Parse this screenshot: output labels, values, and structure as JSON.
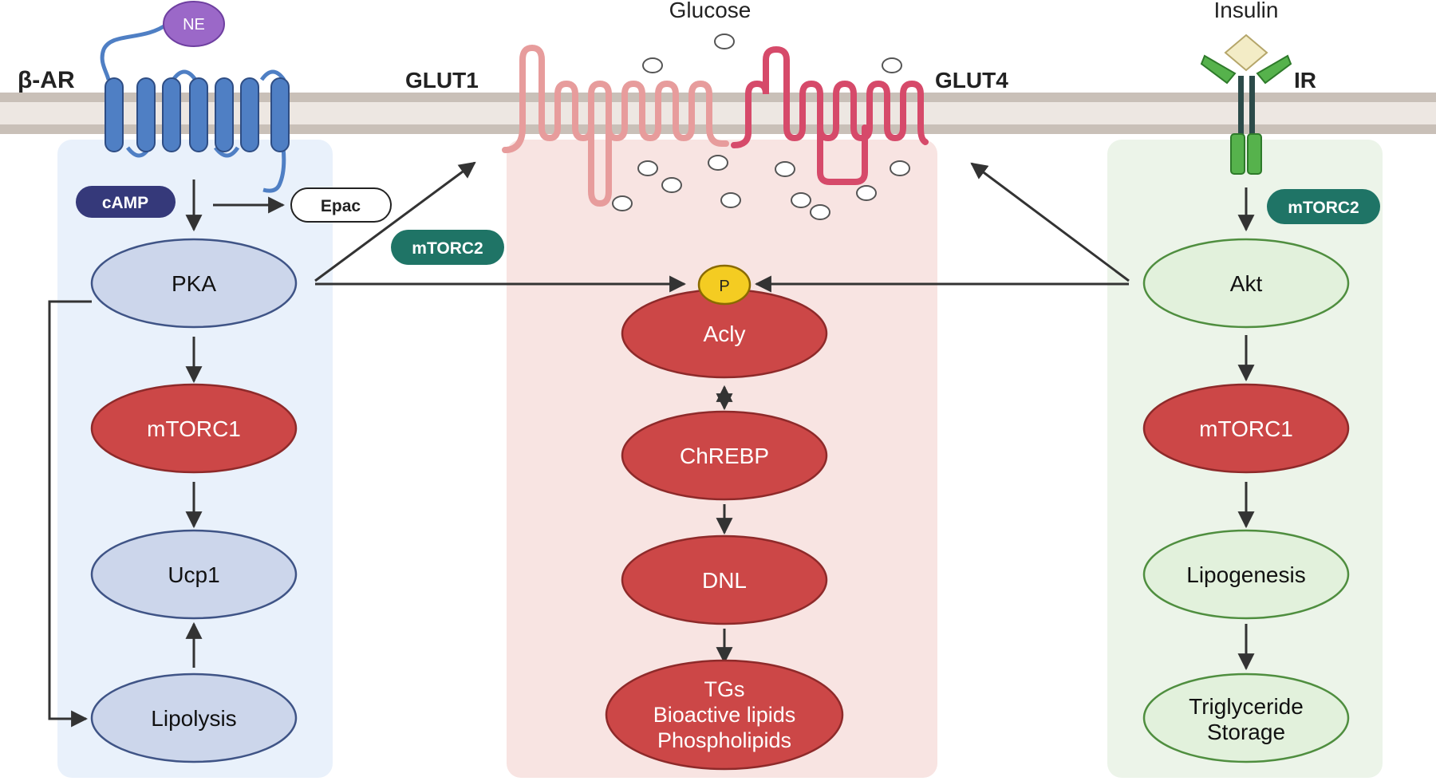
{
  "labels": {
    "ne": "NE",
    "beta_ar": "β-AR",
    "glut1": "GLUT1",
    "glucose": "Glucose",
    "glut4": "GLUT4",
    "insulin": "Insulin",
    "ir": "IR",
    "camp": "cAMP",
    "epac": "Epac",
    "mtorc2_mid": "mTORC2",
    "mtorc2_right": "mTORC2",
    "phospho": "P"
  },
  "left_nodes": [
    "PKA",
    "mTORC1",
    "Ucp1",
    "Lipolysis"
  ],
  "center_nodes": [
    "Acly",
    "ChREBP",
    "DNL"
  ],
  "center_final_lines": [
    "TGs",
    "Bioactive lipids",
    "Phospholipids"
  ],
  "right_nodes": [
    "Akt",
    "mTORC1",
    "Lipogenesis"
  ],
  "right_final_lines": [
    "Triglyceride",
    "Storage"
  ],
  "colors": {
    "membrane_outer": "#c9c0b8",
    "membrane_inner": "#ede7e2",
    "left_panel": "#e9f1fb",
    "center_panel": "#f8e4e2",
    "right_panel": "#ecf4e9",
    "blue_node": "#ccd6eb",
    "blue_node_stroke": "#3f5486",
    "red_node": "#cc4747",
    "red_node_stroke": "#8e2a2a",
    "green_node": "#e2f1dc",
    "green_node_stroke": "#4f8e3f",
    "receptor_blue": "#4f7fc4",
    "glut1_color": "#e79c9c",
    "glut4_color": "#d64a6a",
    "ne_purple": "#9b68c8",
    "camp_navy": "#35397a",
    "mtorc2_teal": "#1f7466",
    "phospho_yellow": "#f4cc22",
    "insulin_beige": "#f3ecc6",
    "ir_green": "#56b24c",
    "ir_stem": "#2c4b4a",
    "arrow": "#333333"
  }
}
